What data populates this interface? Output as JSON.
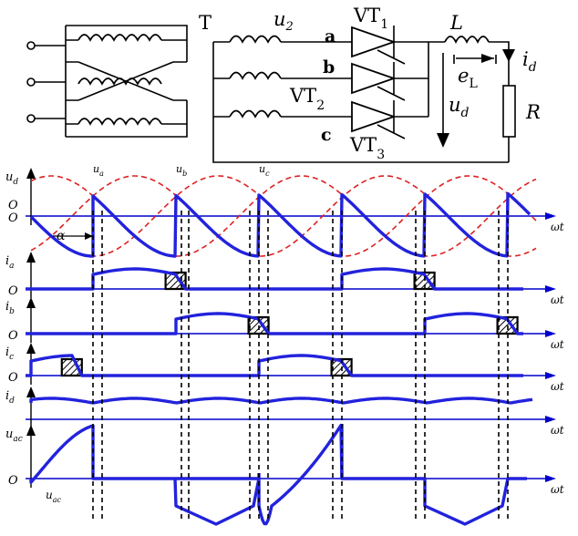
{
  "circuit": {
    "transformer_label": "T",
    "secondary_voltage_label": "u",
    "secondary_voltage_sub": "2",
    "phases": [
      "a",
      "b",
      "c"
    ],
    "thyristors": [
      {
        "name": "VT",
        "sub": "1"
      },
      {
        "name": "VT",
        "sub": "2"
      },
      {
        "name": "VT",
        "sub": "3"
      }
    ],
    "inductor_label": "L",
    "emf_label": "e",
    "emf_sub": "L",
    "output_voltage_label": "u",
    "output_voltage_sub": "d",
    "current_label": "i",
    "current_sub": "d",
    "resistor_label": "R"
  },
  "waveforms": {
    "origin_label": "O",
    "time_axis_label": "ωt",
    "firing_angle_label": "α",
    "phase_peak_labels": [
      {
        "name": "u",
        "sub": "a"
      },
      {
        "name": "u",
        "sub": "b"
      },
      {
        "name": "u",
        "sub": "c"
      }
    ],
    "panels": [
      {
        "key": "ud",
        "name": "u",
        "sub": "d"
      },
      {
        "key": "ia",
        "name": "i",
        "sub": "a"
      },
      {
        "key": "ib",
        "name": "i",
        "sub": "b"
      },
      {
        "key": "ic",
        "name": "i",
        "sub": "c"
      },
      {
        "key": "id",
        "name": "i",
        "sub": "d"
      },
      {
        "key": "uac",
        "name": "u",
        "sub": "ac"
      }
    ],
    "colors": {
      "trace": "#2222dd",
      "axis": "#0000cc",
      "reference": "#dd2222",
      "guide": "#000000"
    }
  }
}
